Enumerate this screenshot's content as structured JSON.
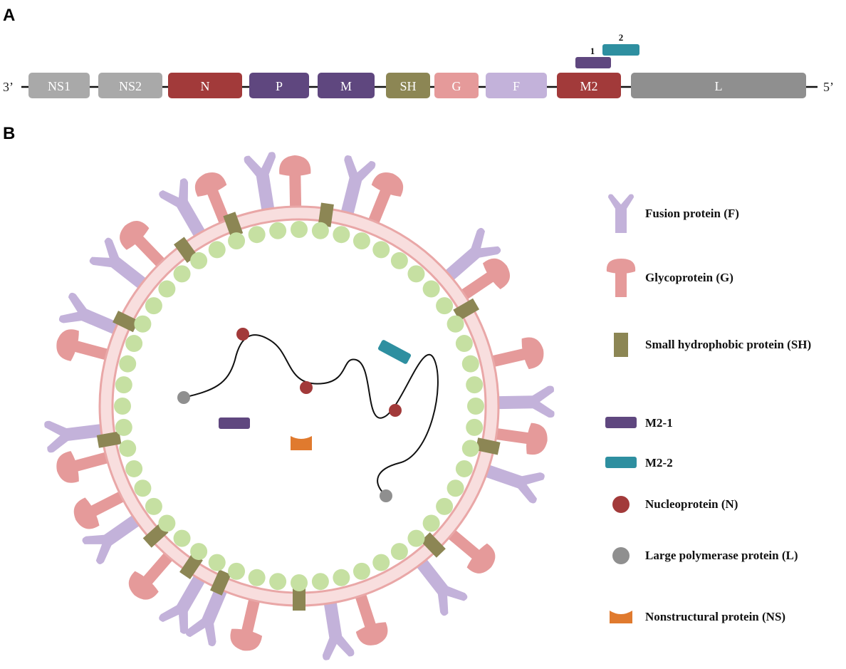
{
  "panels": {
    "a": "A",
    "b": "B"
  },
  "genome": {
    "left_end": "3’",
    "right_end": "5’",
    "genes": [
      {
        "id": "ns1",
        "label": "NS1",
        "color": "#a9a9a9"
      },
      {
        "id": "ns2",
        "label": "NS2",
        "color": "#a9a9a9"
      },
      {
        "id": "n",
        "label": "N",
        "color": "#a23a3a"
      },
      {
        "id": "p",
        "label": "P",
        "color": "#5f477f"
      },
      {
        "id": "m",
        "label": "M",
        "color": "#5f477f"
      },
      {
        "id": "sh",
        "label": "SH",
        "color": "#8c8654"
      },
      {
        "id": "g",
        "label": "G",
        "color": "#e59a9a"
      },
      {
        "id": "f",
        "label": "F",
        "color": "#c3b2da"
      },
      {
        "id": "m2",
        "label": "M2",
        "color": "#a23a3a"
      },
      {
        "id": "l",
        "label": "L",
        "color": "#8f8f8f"
      }
    ],
    "m2_orfs": [
      {
        "id": "orf1",
        "label": "1",
        "color": "#5f477f"
      },
      {
        "id": "orf2",
        "label": "2",
        "color": "#2e8fa0"
      }
    ]
  },
  "legend": [
    {
      "id": "f",
      "label": "Fusion protein (F)",
      "icon": "fusion-protein-icon",
      "color": "#c3b2da"
    },
    {
      "id": "g",
      "label": "Glycoprotein (G)",
      "icon": "glycoprotein-icon",
      "color": "#e59a9a"
    },
    {
      "id": "sh",
      "label": "Small hydrophobic protein (SH)",
      "icon": "sh-protein-icon",
      "color": "#8c8654"
    },
    {
      "id": "m21",
      "label": "M2-1",
      "icon": "m2-1-icon",
      "color": "#5f477f"
    },
    {
      "id": "m22",
      "label": "M2-2",
      "icon": "m2-2-icon",
      "color": "#2e8fa0"
    },
    {
      "id": "n",
      "label": "Nucleoprotein (N)",
      "icon": "nucleoprotein-icon",
      "color": "#a23a3a"
    },
    {
      "id": "l",
      "label": "Large polymerase protein (L)",
      "icon": "polymerase-icon",
      "color": "#8f8f8f"
    },
    {
      "id": "ns",
      "label": "Nonstructural protein (NS)",
      "icon": "nonstructural-icon",
      "color": "#e07a2e"
    }
  ],
  "colors": {
    "membrane_outer": "#e9a7a7",
    "membrane_fill": "#f8dede",
    "matrix_bead": "#c6e0a2",
    "genome_line": "#111111"
  }
}
